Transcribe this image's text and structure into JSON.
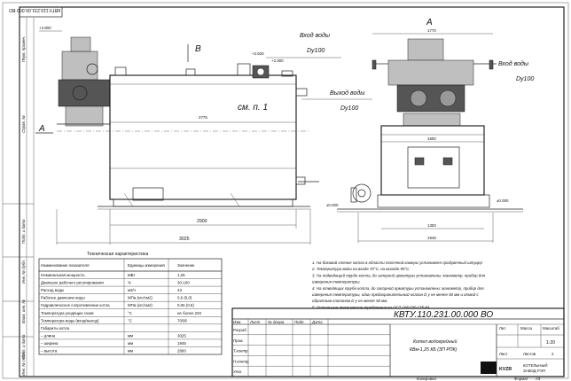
{
  "stamp_code_rotated": "КВТУ.110.231.00.000 ВО",
  "side_strip": {
    "perv_prim": "Перв. примен.",
    "sprav": "Справ. №",
    "podp_data_1": "Подп. и дата",
    "inv_dubl": "Инв. № дубл.",
    "vzam_inv": "Взам. инв. №",
    "podp_data_2": "Подп. и дата",
    "inv_podl": "Инв. № подл."
  },
  "side_view": {
    "height_top": "+2.800",
    "height_mid": "+2.620",
    "height_low": "+2.300",
    "zero_mark": "±0.000",
    "view_B": "В",
    "view_A": "А",
    "see_note": "см. п. 1",
    "dim_inner": "2775",
    "dim_body": "2900",
    "dim_total": "3025",
    "water_in_label": "Вход воды",
    "water_in_dy": "Dy100",
    "water_out_label": "Выход воды",
    "water_out_dy": "Dy100"
  },
  "front_view": {
    "title": "А",
    "dim_top": "1770",
    "dim_mid": "1600",
    "dim_base": "1300",
    "dim_total": "1945",
    "zero_mark": "±0.000",
    "water_in_label": "Вход воды",
    "water_in_dy": "Dy100"
  },
  "tech_table": {
    "title": "Техническая характеристика",
    "headers": [
      "Наименование показателя",
      "Единицы измерения",
      "Значение"
    ],
    "rows": [
      [
        "Номинальная мощность",
        "МВт",
        "1,25"
      ],
      [
        "Диапазон рабочего регулирования",
        "%",
        "30-100"
      ],
      [
        "Расход воды",
        "м3/ч",
        "43"
      ],
      [
        "Рабочее давление воды",
        "МПа (кгс/см2)",
        "0,6 (6,0)"
      ],
      [
        "Гидравлическое сопротивление котла",
        "МПа (кгс/см2)",
        "0,06 (0,6)"
      ],
      [
        "Температура уходящих газов",
        "°С",
        "не более 220"
      ],
      [
        "Температура воды (вход/выход)",
        "°С",
        "70/95"
      ],
      [
        "Габариты котла",
        "",
        ""
      ],
      [
        "– длина",
        "мм",
        "3025"
      ],
      [
        "– ширина",
        "мм",
        "1945"
      ],
      [
        "– высота",
        "мм",
        "2800"
      ]
    ]
  },
  "notes": [
    "1. На боковой стенке котла в области топочной камеры установлен продувочный штуцер",
    "2. Температура воды на входе 70°С, на выходе 95°С.",
    "3. На подводящей трубе котла, до запорной арматуры установлены: манометр, прибор для",
    "измерения температуры.",
    "4. На отводящих трубе котла, до запорной арматуры установлены: манометр, прибор для",
    "измерения температуры, один предохранительный клапан D у не менее 50 мм и отвод с",
    "обратным клапаном D у не менее 50 мм.",
    "5. Остальные технические требования по ОСТ 108.030.135-84."
  ],
  "title_block": {
    "code": "КВТУ.110.231.00.000 ВО",
    "product_line1": "Котел водогрейный",
    "product_line2": "КВм-1,25 КБ (ЗП РПК)",
    "left_labels": [
      "Изм.",
      "Лист",
      "№ докум.",
      "Подп.",
      "Дата",
      "Разраб.",
      "Пров.",
      "Т.контр.",
      "Н.контр.",
      "Утв."
    ],
    "lit": "Лит.",
    "massa": "Масса",
    "masshtab": "Масштаб",
    "scale_value": "1:20",
    "list": "Лист",
    "listov": "Листов",
    "listov_value": "2",
    "company_logo": "KVZR",
    "company_name_1": "КОТЕЛЬНЫЙ",
    "company_name_2": "ЗАВОД РЭП",
    "kopiroval": "Копировал",
    "format": "Формат",
    "format_value": "А3"
  }
}
